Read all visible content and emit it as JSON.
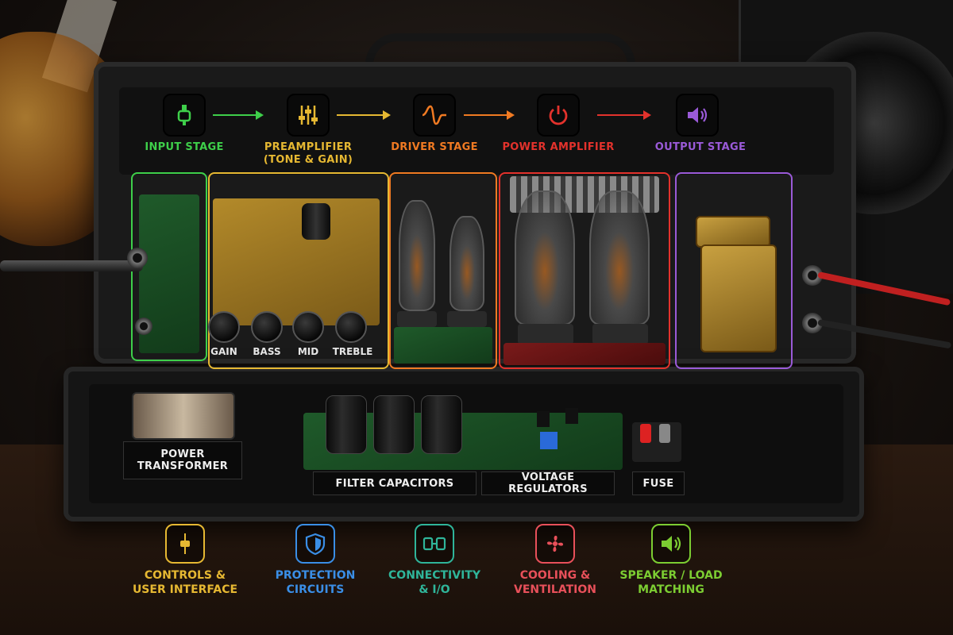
{
  "stages": [
    {
      "label": "INPUT STAGE",
      "color": "#3ecf4a",
      "icon": "input-jack-icon"
    },
    {
      "label": "PREAMPLIFIER\n(TONE & GAIN)",
      "color": "#e6b832",
      "icon": "sliders-icon"
    },
    {
      "label": "DRIVER STAGE",
      "color": "#f07a22",
      "icon": "waveform-icon"
    },
    {
      "label": "POWER AMPLIFIER",
      "color": "#e3322c",
      "icon": "power-icon"
    },
    {
      "label": "OUTPUT STAGE",
      "color": "#9a5ad8",
      "icon": "speaker-icon"
    }
  ],
  "knobs": [
    "GAIN",
    "BASS",
    "MID",
    "TREBLE"
  ],
  "power_section": {
    "transformer": "POWER\nTRANSFORMER",
    "filter_capacitors": "FILTER CAPACITORS",
    "voltage_regulators": "VOLTAGE REGULATORS",
    "fuse": "FUSE"
  },
  "features": [
    {
      "label": "CONTROLS &\nUSER INTERFACE",
      "color": "#e6b832",
      "icon": "control-knob-icon"
    },
    {
      "label": "PROTECTION\nCIRCUITS",
      "color": "#3a8ee6",
      "icon": "shield-icon"
    },
    {
      "label": "CONNECTIVITY\n& I/O",
      "color": "#2fb59a",
      "icon": "connector-icon"
    },
    {
      "label": "COOLING &\nVENTILATION",
      "color": "#e8505a",
      "icon": "fan-icon"
    },
    {
      "label": "SPEAKER / LOAD\nMATCHING",
      "color": "#7ccd32",
      "icon": "speaker-icon"
    }
  ]
}
